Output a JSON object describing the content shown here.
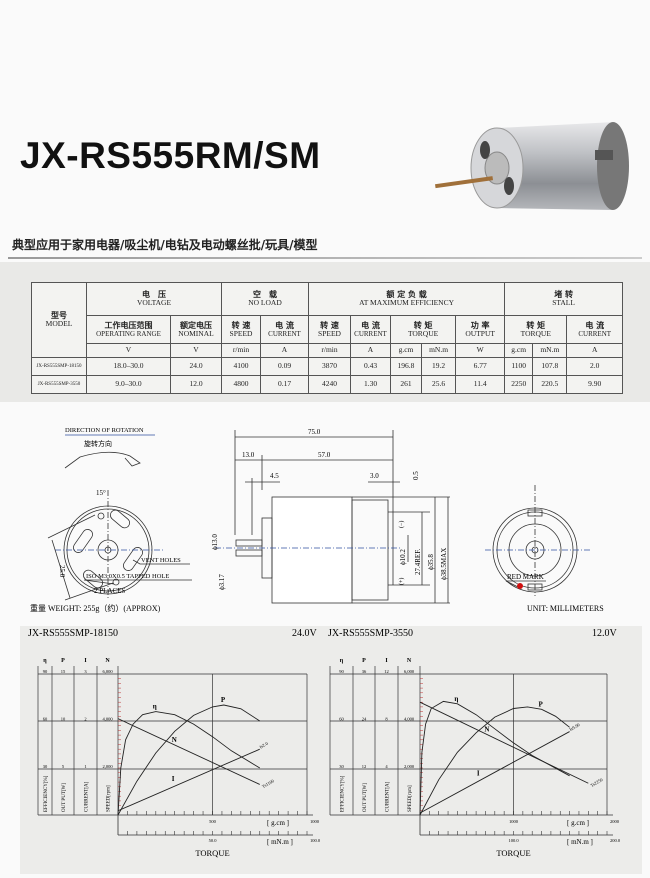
{
  "title": "JX-RS555RM/SM",
  "subtitle": "典型应用于家用电器/吸尘机/电钻及电动螺丝批/玩具/模型",
  "table": {
    "model_cn": "型号",
    "model_en": "MODEL",
    "voltage_cn": "电　压",
    "voltage_en": "VOLTAGE",
    "noload_cn": "空　载",
    "noload_en": "NO LOAD",
    "maxeff_cn": "额 定 负 载",
    "maxeff_en": "AT MAXIMUM EFFICIENCY",
    "stall_cn": "堵 转",
    "stall_en": "STALL",
    "op_range_cn": "工作电压范围",
    "op_range_en": "OPERATING RANGE",
    "nominal_cn": "额定电压",
    "nominal_en": "NOMINAL",
    "speed_cn": "转 速",
    "speed_en": "SPEED",
    "current_cn": "电 流",
    "current_en": "CURRENT",
    "torque_cn": "转 矩",
    "torque_en": "TORQUE",
    "output_cn": "功 率",
    "output_en": "OUTPUT",
    "units": [
      "V",
      "V",
      "r/min",
      "A",
      "r/min",
      "A",
      "g.cm",
      "mN.m",
      "W",
      "g.cm",
      "mN.m",
      "A"
    ],
    "rows": [
      [
        "JX-RS555SMP-18150",
        "18.0–30.0",
        "24.0",
        "4100",
        "0.09",
        "3870",
        "0.43",
        "196.8",
        "19.2",
        "6.77",
        "1100",
        "107.8",
        "2.0"
      ],
      [
        "JX-RS555SMP-3550",
        "9.0–30.0",
        "12.0",
        "4800",
        "0.17",
        "4240",
        "1.30",
        "261",
        "25.6",
        "11.4",
        "2250",
        "220.5",
        "9.90"
      ]
    ]
  },
  "drawing": {
    "direction_en": "DIRECTION OF ROTATION",
    "direction_cn": "旋转方向",
    "angle": "15°",
    "pcd": "25.0",
    "vent_holes": "VENT HOLES",
    "tapped_hole": "ISO M3.0X0.5 TAPPED HOLE",
    "places": "2 PLACES",
    "len_total": "75.0",
    "len_shaft": "13.0",
    "len_body": "57.0",
    "len_boss": "4.5",
    "len_term": "3.0",
    "dim_05": "0.5",
    "dia_boss": "ϕ13.0",
    "dia_shaft": "ϕ3.17",
    "dia_102": "ϕ10.2",
    "dim_274": "27.4REF.",
    "dia_358": "ϕ35.8",
    "dia_max": "ϕ38.5MAX",
    "term_neg": "(−)",
    "term_pos": "(+)",
    "red_mark": "RED MARK",
    "weight": "重量 WEIGHT: 255g（约）(APPROX)",
    "unit": "UNIT: MILLIMETERS"
  },
  "colors": {
    "red_mark": "#d01010",
    "curve": "#222"
  },
  "chart_data": [
    {
      "type": "line",
      "title": "JX-RS555SMP-18150",
      "voltage": "24.0V",
      "xlabel": "TORQUE",
      "x_unit1": "[ g.cm ]",
      "x_unit2": "[ mN.m ]",
      "x_ticks1": [
        "500",
        "1000"
      ],
      "x_ticks2": [
        "50.0",
        "100.0"
      ],
      "xlim": [
        0,
        1000
      ],
      "axes": [
        {
          "sym": "η",
          "ticks": [
            "90",
            "60",
            "30"
          ],
          "label": "EFFICIENCY[%]",
          "max": 90
        },
        {
          "sym": "P",
          "ticks": [
            "15",
            "10",
            "5"
          ],
          "label": "OUT PUT[W]",
          "max": 15
        },
        {
          "sym": "I",
          "ticks": [
            "3",
            "2",
            "1"
          ],
          "label": "CURRENT[A]",
          "max": 3
        },
        {
          "sym": "N",
          "ticks": [
            "6,000",
            "4,000",
            "2,000"
          ],
          "label": "SPEED[rpm]",
          "max": 6000
        }
      ],
      "series": [
        {
          "name": "η",
          "axis": 0,
          "x": [
            0,
            15,
            40,
            80,
            130,
            200,
            300,
            400,
            500,
            600,
            750
          ],
          "y": [
            0,
            30,
            48,
            58,
            64,
            66,
            64,
            58,
            50,
            41,
            30
          ]
        },
        {
          "name": "P",
          "axis": 1,
          "x": [
            0,
            100,
            200,
            300,
            400,
            500,
            560,
            650,
            750
          ],
          "y": [
            0,
            3.6,
            6.6,
            8.9,
            10.6,
            11.5,
            11.7,
            11.3,
            10
          ]
        },
        {
          "name": "N",
          "axis": 3,
          "x": [
            0,
            750
          ],
          "y": [
            4100,
            1300
          ]
        },
        {
          "name": "I",
          "axis": 2,
          "x": [
            0,
            750
          ],
          "y": [
            0.09,
            1.4
          ]
        }
      ],
      "end_labels": {
        "N": "Ts1100",
        "I": "Is2.0"
      }
    },
    {
      "type": "line",
      "title": "JX-RS555SMP-3550",
      "voltage": "12.0V",
      "xlabel": "TORQUE",
      "x_unit1": "[ g.cm ]",
      "x_unit2": "[ mN.m ]",
      "x_ticks1": [
        "1000",
        "2000"
      ],
      "x_ticks2": [
        "100.0",
        "200.0"
      ],
      "xlim": [
        0,
        2000
      ],
      "axes": [
        {
          "sym": "η",
          "ticks": [
            "90",
            "60",
            "30"
          ],
          "label": "EFFICIENCY[%]",
          "max": 90
        },
        {
          "sym": "P",
          "ticks": [
            "36",
            "24",
            "12"
          ],
          "label": "OUT PUT[W]",
          "max": 36
        },
        {
          "sym": "I",
          "ticks": [
            "12",
            "8",
            "4"
          ],
          "label": "CURRENT[A]",
          "max": 12
        },
        {
          "sym": "N",
          "ticks": [
            "6,000",
            "4,000",
            "2,000"
          ],
          "label": "SPEED[rpm]",
          "max": 6000
        }
      ],
      "series": [
        {
          "name": "η",
          "axis": 0,
          "x": [
            0,
            20,
            60,
            120,
            250,
            400,
            600,
            800,
            1000,
            1200,
            1600
          ],
          "y": [
            0,
            40,
            58,
            68,
            72.5,
            71,
            64,
            55,
            46,
            38,
            25
          ]
        },
        {
          "name": "P",
          "axis": 1,
          "x": [
            0,
            200,
            400,
            600,
            800,
            1000,
            1150,
            1300,
            1450,
            1600
          ],
          "y": [
            0,
            9,
            16,
            21,
            25,
            27.2,
            27.6,
            27,
            25.2,
            22.4
          ]
        },
        {
          "name": "N",
          "axis": 3,
          "x": [
            0,
            1800
          ],
          "y": [
            4800,
            1350
          ]
        },
        {
          "name": "I",
          "axis": 2,
          "x": [
            0,
            1600
          ],
          "y": [
            0.17,
            7.1
          ]
        }
      ],
      "end_labels": {
        "N": "Ts2250",
        "I": "Is9.90"
      }
    }
  ]
}
